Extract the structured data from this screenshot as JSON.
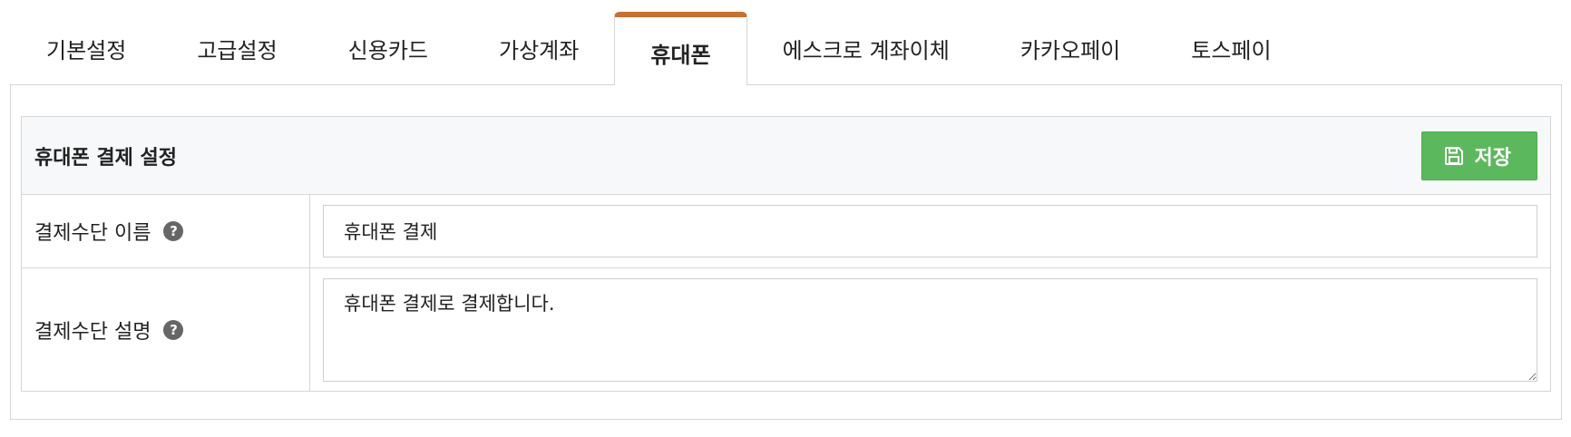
{
  "tabs": [
    {
      "label": "기본설정",
      "active": false
    },
    {
      "label": "고급설정",
      "active": false
    },
    {
      "label": "신용카드",
      "active": false
    },
    {
      "label": "가상계좌",
      "active": false
    },
    {
      "label": "휴대폰",
      "active": true
    },
    {
      "label": "에스크로 계좌이체",
      "active": false
    },
    {
      "label": "카카오페이",
      "active": false
    },
    {
      "label": "토스페이",
      "active": false
    }
  ],
  "card": {
    "title": "휴대폰 결제 설정",
    "save_label": "저장",
    "save_icon": "floppy-disk-icon"
  },
  "fields": {
    "name": {
      "label": "결제수단 이름",
      "help_icon": "question-circle-icon",
      "value": "휴대폰 결제"
    },
    "description": {
      "label": "결제수단 설명",
      "help_icon": "question-circle-icon",
      "value": "휴대폰 결제로 결제합니다."
    }
  },
  "colors": {
    "active_tab_accent": "#c8702f",
    "save_button": "#5cb85c",
    "header_bg": "#f7f8fa",
    "border": "#d6d6d6"
  }
}
